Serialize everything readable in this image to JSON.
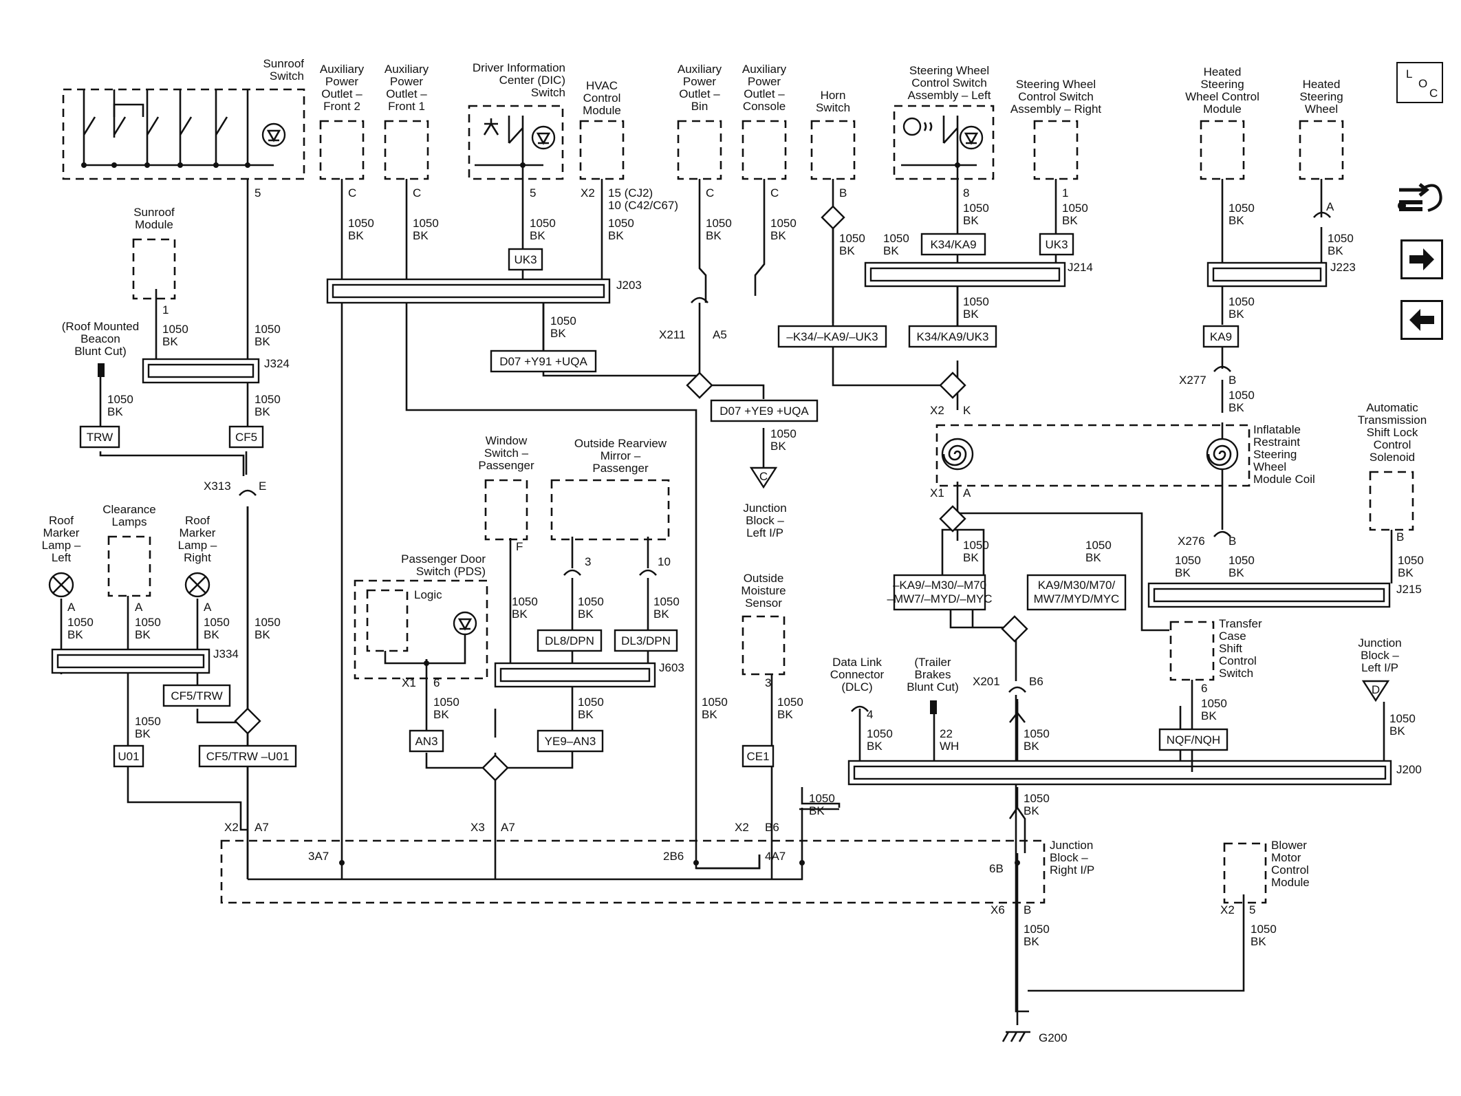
{
  "nav": {
    "loc_l": "L",
    "loc_o": "O",
    "loc_c": "C"
  },
  "components": {
    "sunroof_switch": [
      "Sunroof",
      "Switch"
    ],
    "apo_front2": [
      "Auxiliary",
      "Power",
      "Outlet –",
      "Front 2"
    ],
    "apo_front1": [
      "Auxiliary",
      "Power",
      "Outlet –",
      "Front 1"
    ],
    "dic_switch": [
      "Driver Information",
      "Center (DIC)",
      "Switch"
    ],
    "hvac_module": [
      "HVAC",
      "Control",
      "Module"
    ],
    "apo_bin": [
      "Auxiliary",
      "Power",
      "Outlet –",
      "Bin"
    ],
    "apo_console": [
      "Auxiliary",
      "Power",
      "Outlet –",
      "Console"
    ],
    "horn_switch": [
      "Horn",
      "Switch"
    ],
    "sw_left": [
      "Steering Wheel",
      "Control Switch",
      "Assembly – Left"
    ],
    "sw_right": [
      "Steering Wheel",
      "Control Switch",
      "Assembly – Right"
    ],
    "heated_sw_module": [
      "Heated",
      "Steering",
      "Wheel Control",
      "Module"
    ],
    "heated_sw": [
      "Heated",
      "Steering",
      "Wheel"
    ],
    "sunroof_module": [
      "Sunroof",
      "Module"
    ],
    "roof_beacon": [
      "(Roof Mounted",
      "Beacon",
      "Blunt Cut)"
    ],
    "roof_marker_left": [
      "Roof",
      "Marker",
      "Lamp –",
      "Left"
    ],
    "clearance_lamps": [
      "Clearance",
      "Lamps"
    ],
    "roof_marker_right": [
      "Roof",
      "Marker",
      "Lamp –",
      "Right"
    ],
    "window_switch": [
      "Window",
      "Switch –",
      "Passenger"
    ],
    "mirror_passenger": [
      "Outside Rearview",
      "Mirror –",
      "Passenger"
    ],
    "pds": [
      "Passenger Door",
      "Switch (PDS)"
    ],
    "logic": "Logic",
    "jb_left_ip_c": [
      "Junction",
      "Block –",
      "Left I/P"
    ],
    "moisture_sensor": [
      "Outside",
      "Moisture",
      "Sensor"
    ],
    "sir_coil": [
      "Inflatable",
      "Restraint",
      "Steering",
      "Wheel",
      "Module Coil"
    ],
    "trans_shift_lock": [
      "Automatic",
      "Transmission",
      "Shift Lock",
      "Control",
      "Solenoid"
    ],
    "transfer_case": [
      "Transfer",
      "Case",
      "Shift",
      "Control",
      "Switch"
    ],
    "jb_left_ip_d": [
      "Junction",
      "Block –",
      "Left I/P"
    ],
    "dlc": [
      "Data Link",
      "Connector",
      "(DLC)"
    ],
    "trailer_brakes": [
      "(Trailer",
      "Brakes",
      "Blunt Cut)"
    ],
    "jb_right_ip": [
      "Junction",
      "Block –",
      "Right I/P"
    ],
    "blower_module": [
      "Blower",
      "Motor",
      "Control",
      "Module"
    ],
    "ground": "G200"
  },
  "options": {
    "uk3_a": "UK3",
    "d07_y91": "D07 +Y91 +UQA",
    "d07_ye9": "D07 +YE9 +UQA",
    "k34ka9_top": "K34/KA9",
    "uk3_b": "UK3",
    "neg_k34": "–K34/–KA9/–UK3",
    "k34ka9uk3": "K34/KA9/UK3",
    "ka9": "KA9",
    "trw": "TRW",
    "cf5": "CF5",
    "cf5trw": "CF5/TRW",
    "u01": "U01",
    "cf5trw_u01": "CF5/TRW –U01",
    "an3": "AN3",
    "dl8_dpn_a": "DL8/DPN",
    "dl3_dpn": "DL3/DPN",
    "ye9_an3": "YE9–AN3",
    "ce1": "CE1",
    "neg_ka9_1": "–KA9/–M30/–M70",
    "neg_ka9_2": "–MW7/–MYD/–MYC",
    "ka9_1": "KA9/M30/M70/",
    "ka9_2": "MW7/MYD/MYC",
    "nqf": "NQF/NQH"
  },
  "splices": {
    "j203": "J203",
    "j214": "J214",
    "j223": "J223",
    "j324": "J324",
    "j334": "J334",
    "j603": "J603",
    "j215": "J215",
    "j200": "J200"
  },
  "wires": {
    "circuit": "1050",
    "color_bk": "BK",
    "trailer_circuit": "22",
    "color_wh": "WH"
  },
  "pins": {
    "p5": "5",
    "pC1": "C",
    "pC2": "C",
    "pDIC5": "5",
    "pX2": "X2",
    "pHVAC1": "15 (CJ2)",
    "pHVAC2": "10 (C42/C67)",
    "pC3": "C",
    "pC4": "C",
    "pB1": "B",
    "p8": "8",
    "p1a": "1",
    "pA1": "A",
    "p1b": "1",
    "pX211": "X211",
    "pA5": "A5",
    "pX2b": "X2",
    "pK": "K",
    "pX277": "X277",
    "pBb": "B",
    "pX1": "X1",
    "pAc": "A",
    "pX313": "X313",
    "pE": "E",
    "pAd": "A",
    "pAe": "A",
    "pAf": "A",
    "pF": "F",
    "p3a": "3",
    "p10": "10",
    "pX276": "X276",
    "pBc": "B",
    "pBd": "B",
    "pX1b": "X1",
    "p6a": "6",
    "p3b": "3",
    "p4": "4",
    "p6b": "6",
    "pX201": "X201",
    "pB6": "B6",
    "pX2c": "X2",
    "pA7": "A7",
    "pX3": "X3",
    "pA7b": "A7",
    "pX2d": "X2",
    "pB6b": "B6",
    "p3A7": "3A7",
    "p2B6": "2B6",
    "p4A7": "4A7",
    "p6B": "6B",
    "pX6": "X6",
    "pBe": "B",
    "pX2e": "X2",
    "p5b": "5",
    "jb_c": "C",
    "jb_d": "D"
  }
}
